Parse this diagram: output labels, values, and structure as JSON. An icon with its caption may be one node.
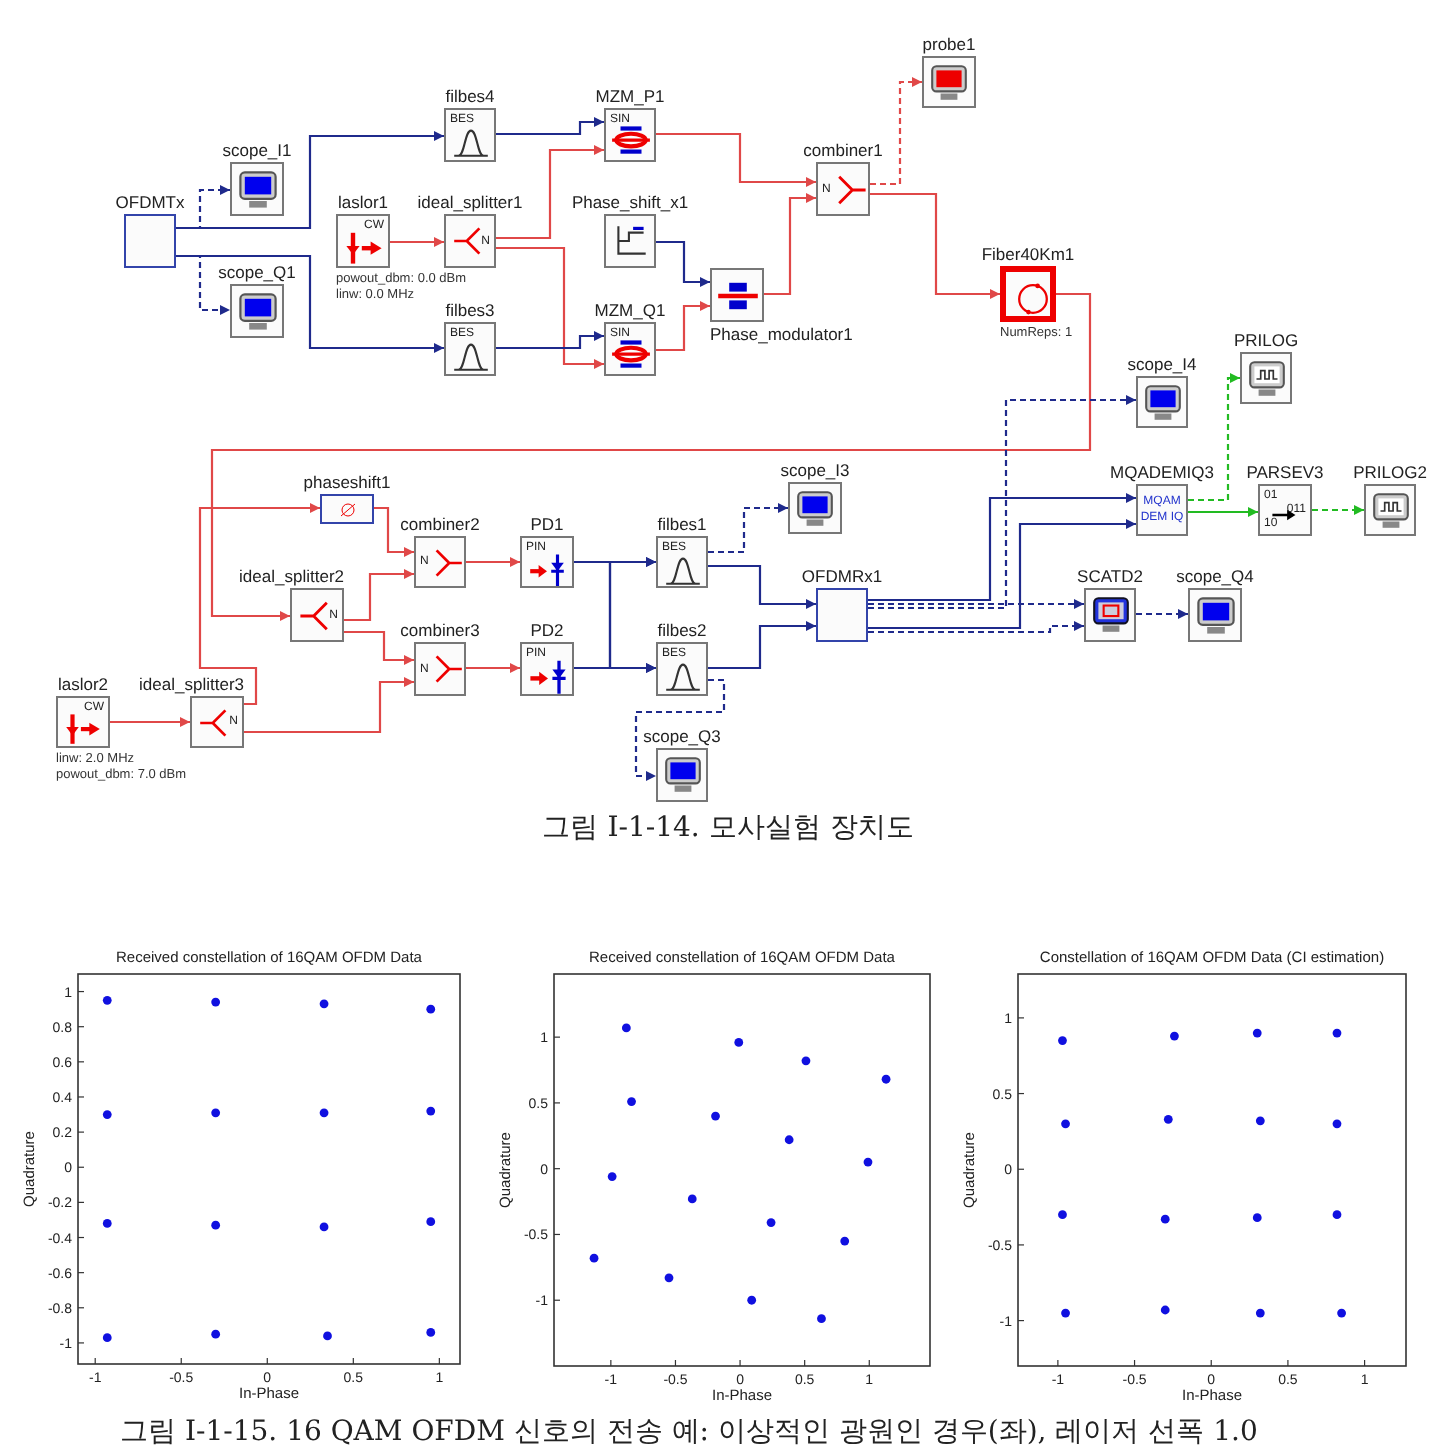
{
  "diagram": {
    "nodes": [
      {
        "text": [
          "OFDMTx"
        ]
      },
      {
        "text": [
          "scope_I1"
        ]
      },
      {
        "text": [
          "scope_Q1"
        ]
      },
      {
        "text": [
          "laslor1",
          "CW"
        ],
        "beside": [
          "powout_dbm: 0.0 dBm",
          "linw: 0.0 MHz"
        ]
      },
      {
        "text": [
          "ideal_splitter1",
          "N"
        ]
      },
      {
        "text": [
          "filbes4",
          "BES"
        ]
      },
      {
        "text": [
          "filbes3",
          "BES"
        ]
      },
      {
        "text": [
          "MZM_P1",
          "SIN"
        ]
      },
      {
        "text": [
          "Phase_shift_x1"
        ]
      },
      {
        "text": [
          "MZM_Q1",
          "SIN"
        ]
      },
      {
        "text": [
          "Phase_modulator1"
        ]
      },
      {
        "text": [
          "combiner1",
          "N"
        ]
      },
      {
        "text": [
          "probe1"
        ]
      },
      {
        "text": [
          "Fiber40Km1"
        ],
        "beside": [
          "NumReps: 1"
        ]
      },
      {
        "text": [
          "scope_I4"
        ]
      },
      {
        "text": [
          "PRILOG"
        ]
      },
      {
        "text": [
          "MQADEMIQ3",
          "MQAM",
          "DEM IQ"
        ]
      },
      {
        "text": [
          "PARSEV3",
          "01",
          "10",
          "011"
        ]
      },
      {
        "text": [
          "PRILOG2"
        ]
      },
      {
        "text": [
          "laslor2",
          "CW"
        ],
        "beside": [
          "linw: 2.0 MHz",
          "powout_dbm: 7.0 dBm"
        ]
      },
      {
        "text": [
          "ideal_splitter3",
          "N"
        ]
      },
      {
        "text": [
          "ideal_splitter2",
          "N"
        ]
      },
      {
        "text": [
          "phaseshift1"
        ]
      },
      {
        "text": [
          "combiner2",
          "N"
        ]
      },
      {
        "text": [
          "combiner3",
          "N"
        ]
      },
      {
        "text": [
          "PD1",
          "PIN"
        ]
      },
      {
        "text": [
          "PD2",
          "PIN"
        ]
      },
      {
        "text": [
          "filbes1",
          "BES"
        ]
      },
      {
        "text": [
          "filbes2",
          "BES"
        ]
      },
      {
        "text": [
          "scope_I3"
        ]
      },
      {
        "text": [
          "scope_Q3"
        ]
      },
      {
        "text": [
          "OFDMRx1"
        ]
      },
      {
        "text": [
          "SCATD2"
        ]
      },
      {
        "text": [
          "scope_Q4"
        ]
      }
    ],
    "edges": [
      {
        "from": 0,
        "to": 1,
        "arrow": "to",
        "style": "dashed"
      },
      {
        "from": 0,
        "to": 2,
        "arrow": "to",
        "style": "dashed"
      },
      {
        "from": 0,
        "to": 5,
        "arrow": "to"
      },
      {
        "from": 0,
        "to": 6,
        "arrow": "to"
      },
      {
        "from": 3,
        "to": 4,
        "arrow": "to",
        "color": "#e04848"
      },
      {
        "from": 4,
        "to": 7,
        "arrow": "to",
        "color": "#e04848"
      },
      {
        "from": 4,
        "to": 9,
        "arrow": "to",
        "color": "#e04848"
      },
      {
        "from": 5,
        "to": 7,
        "arrow": "to"
      },
      {
        "from": 6,
        "to": 9,
        "arrow": "to"
      },
      {
        "from": 8,
        "to": 10,
        "arrow": "to"
      },
      {
        "from": 9,
        "to": 10,
        "arrow": "to",
        "color": "#e04848"
      },
      {
        "from": 7,
        "to": 11,
        "arrow": "to",
        "color": "#e04848"
      },
      {
        "from": 10,
        "to": 11,
        "arrow": "to",
        "color": "#e04848"
      },
      {
        "from": 11,
        "to": 12,
        "arrow": "to",
        "style": "dashed",
        "color": "#e04848"
      },
      {
        "from": 11,
        "to": 13,
        "arrow": "to",
        "color": "#e04848"
      },
      {
        "from": 13,
        "to": 21,
        "arrow": "to",
        "color": "#e04848"
      },
      {
        "from": 19,
        "to": 20,
        "arrow": "to",
        "color": "#e04848"
      },
      {
        "from": 20,
        "to": 22,
        "arrow": "to",
        "color": "#e04848"
      },
      {
        "from": 20,
        "to": 24,
        "arrow": "to",
        "color": "#e04848"
      },
      {
        "from": 22,
        "to": 23,
        "arrow": "to",
        "color": "#e04848"
      },
      {
        "from": 21,
        "to": 23,
        "arrow": "to",
        "color": "#e04848"
      },
      {
        "from": 21,
        "to": 24,
        "arrow": "to",
        "color": "#e04848"
      },
      {
        "from": 23,
        "to": 25,
        "arrow": "to",
        "color": "#e04848"
      },
      {
        "from": 24,
        "to": 26,
        "arrow": "to",
        "color": "#e04848"
      },
      {
        "from": 25,
        "to": 27,
        "arrow": "to"
      },
      {
        "from": 25,
        "to": 28,
        "arrow": "to"
      },
      {
        "from": 26,
        "to": 27,
        "arrow": "to"
      },
      {
        "from": 26,
        "to": 28,
        "arrow": "to"
      },
      {
        "from": 27,
        "to": 29,
        "arrow": "to",
        "style": "dashed"
      },
      {
        "from": 28,
        "to": 30,
        "arrow": "to",
        "style": "dashed"
      },
      {
        "from": 27,
        "to": 31,
        "arrow": "to"
      },
      {
        "from": 28,
        "to": 31,
        "arrow": "to"
      },
      {
        "from": 31,
        "to": 16,
        "arrow": "to"
      },
      {
        "from": 31,
        "to": 16,
        "arrow": "to"
      },
      {
        "from": 31,
        "to": 32,
        "arrow": "to",
        "style": "dashed"
      },
      {
        "from": 31,
        "to": 32,
        "arrow": "to",
        "style": "dashed"
      },
      {
        "from": 31,
        "to": 14,
        "arrow": "to",
        "style": "dashed"
      },
      {
        "from": 32,
        "to": 33,
        "arrow": "to",
        "style": "dashed"
      },
      {
        "from": 16,
        "to": 17,
        "arrow": "to",
        "color": "#22bb22"
      },
      {
        "from": 16,
        "to": 15,
        "arrow": "to",
        "style": "dashed",
        "color": "#22bb22"
      },
      {
        "from": 17,
        "to": 18,
        "arrow": "to",
        "style": "dashed",
        "color": "#22bb22"
      }
    ],
    "labels": [
      "그림 I-1-14. 모사실험 장치도",
      "그림 I-1-15. 16 QAM OFDM 신호의 전송 예: 이상적인 광원인 경우(좌), 레이저 선폭 1.0"
    ],
    "chart_data": [
      {
        "type": "scatter",
        "title": "Received constellation of 16QAM OFDM Data",
        "xlabel": "In-Phase",
        "ylabel": "Quadrature",
        "xlim": [
          -1.1,
          1.12
        ],
        "ylim": [
          -1.12,
          1.1
        ],
        "xticks": [
          -1,
          -0.5,
          0,
          0.5,
          1
        ],
        "yticks": [
          1,
          0.8,
          0.6,
          0.4,
          0.2,
          0,
          -0.2,
          -0.4,
          -0.6,
          -0.8,
          -1
        ],
        "series": [
          {
            "color": "#1010e0",
            "x": [
              -0.93,
              -0.3,
              0.33,
              0.95,
              -0.93,
              -0.3,
              0.33,
              0.95,
              -0.93,
              -0.3,
              0.33,
              0.95,
              -0.93,
              -0.3,
              0.35,
              0.95
            ],
            "values": [
              0.95,
              0.94,
              0.93,
              0.9,
              0.3,
              0.31,
              0.31,
              0.32,
              -0.32,
              -0.33,
              -0.34,
              -0.31,
              -0.97,
              -0.95,
              -0.96,
              -0.94
            ]
          }
        ]
      },
      {
        "type": "scatter",
        "title": "Received constellation of 16QAM OFDM Data",
        "xlabel": "In-Phase",
        "ylabel": "Quadrature",
        "xlim": [
          -1.44,
          1.47
        ],
        "ylim": [
          -1.5,
          1.48
        ],
        "xticks": [
          -1,
          -0.5,
          0,
          0.5,
          1
        ],
        "yticks": [
          1,
          0.5,
          0,
          -0.5,
          -1
        ],
        "series": [
          {
            "color": "#1010e0",
            "x": [
              -0.88,
              -0.01,
              0.51,
              1.13,
              -0.84,
              -0.19,
              0.38,
              0.99,
              -0.99,
              -0.37,
              0.24,
              0.81,
              -1.13,
              -0.55,
              0.09,
              0.63
            ],
            "values": [
              1.07,
              0.96,
              0.82,
              0.68,
              0.51,
              0.4,
              0.22,
              0.05,
              -0.06,
              -0.23,
              -0.41,
              -0.55,
              -0.68,
              -0.83,
              -1.0,
              -1.14
            ]
          }
        ]
      },
      {
        "type": "scatter",
        "title": "Constellation of 16QAM OFDM Data (CI estimation)",
        "xlabel": "In-Phase",
        "ylabel": "Quadrature",
        "xlim": [
          -1.26,
          1.27
        ],
        "ylim": [
          -1.3,
          1.29
        ],
        "xticks": [
          -1,
          -0.5,
          0,
          0.5,
          1
        ],
        "yticks": [
          1,
          0.5,
          0,
          -0.5,
          -1
        ],
        "series": [
          {
            "color": "#1010e0",
            "x": [
              -0.97,
              -0.24,
              0.3,
              0.82,
              -0.95,
              -0.28,
              0.32,
              0.82,
              -0.97,
              -0.3,
              0.3,
              0.82,
              -0.95,
              -0.3,
              0.32,
              0.85
            ],
            "values": [
              0.85,
              0.88,
              0.9,
              0.9,
              0.3,
              0.33,
              0.32,
              0.3,
              -0.3,
              -0.33,
              -0.32,
              -0.3,
              -0.95,
              -0.93,
              -0.95,
              -0.95
            ]
          }
        ]
      }
    ]
  }
}
